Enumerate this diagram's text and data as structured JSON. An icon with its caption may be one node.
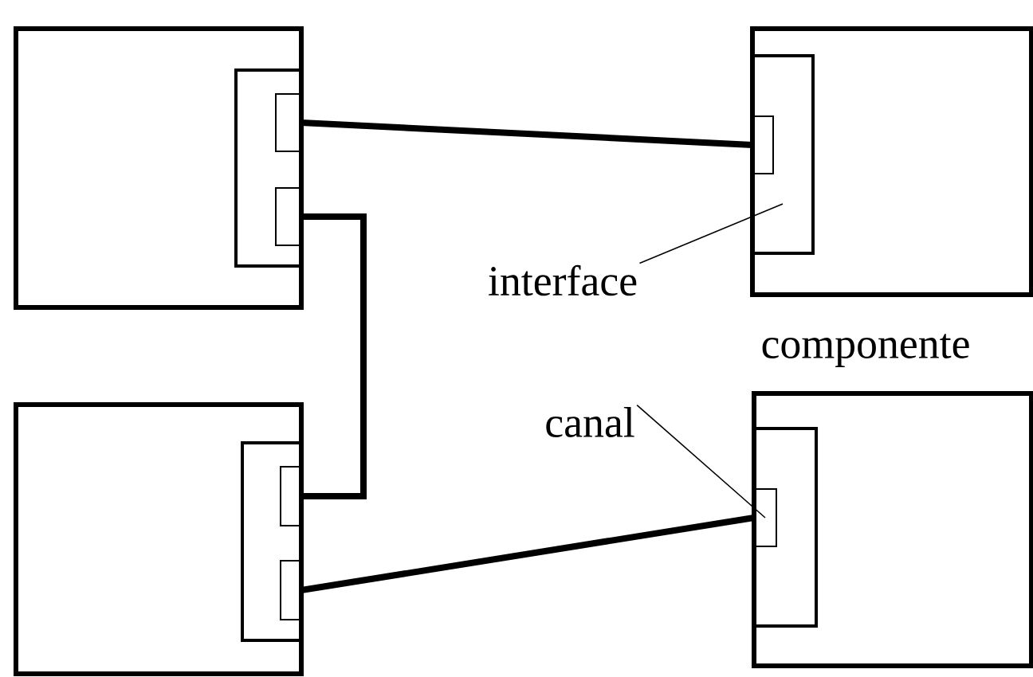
{
  "diagram": {
    "nodes": [
      {
        "text": [],
        "shape": "box"
      },
      {
        "text": [],
        "shape": "box",
        "in": 0
      },
      {
        "text": [],
        "shape": "box",
        "in": 1
      },
      {
        "text": [],
        "shape": "box",
        "in": 1
      },
      {
        "text": [],
        "shape": "box"
      },
      {
        "text": [],
        "shape": "box",
        "in": 4
      },
      {
        "text": [],
        "shape": "box",
        "in": 5
      },
      {
        "text": [],
        "shape": "box"
      },
      {
        "text": [],
        "shape": "box",
        "in": 7
      },
      {
        "text": [],
        "shape": "box",
        "in": 8
      },
      {
        "text": [],
        "shape": "box",
        "in": 8
      },
      {
        "text": [],
        "shape": "box"
      },
      {
        "text": [],
        "shape": "box",
        "in": 11
      },
      {
        "text": [],
        "shape": "box",
        "in": 12
      },
      {
        "text": [
          "interface"
        ]
      },
      {
        "text": [
          "canal"
        ]
      }
    ],
    "edges": [
      {
        "from": 2,
        "to": 6,
        "arrow": "none"
      },
      {
        "from": 3,
        "to": 9,
        "arrow": "none"
      },
      {
        "from": 10,
        "to": 13,
        "arrow": "none"
      },
      {
        "from": 14,
        "to": 5,
        "arrow": "none"
      },
      {
        "from": 15,
        "to": 13,
        "arrow": "none"
      }
    ],
    "labels": [
      "componente"
    ]
  }
}
